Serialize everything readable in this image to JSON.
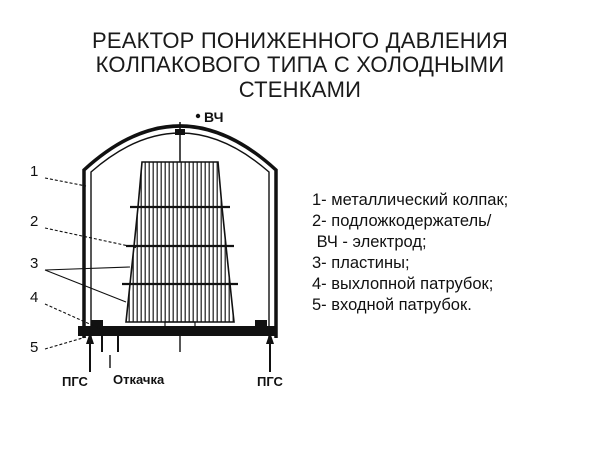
{
  "title": {
    "line1": "РЕАКТОР ПОНИЖЕННОГО ДАВЛЕНИЯ",
    "line2": "КОЛПАКОВОГО ТИПА С ХОЛОДНЫМИ",
    "line3": "СТЕНКАМИ"
  },
  "diagram": {
    "rf_label": "ВЧ",
    "callouts": [
      "1",
      "2",
      "3",
      "4",
      "5"
    ],
    "gas_inlet_left": "ПГС",
    "gas_inlet_right": "ПГС",
    "pump_out": "Откачка"
  },
  "legend": {
    "items": [
      "1- металлический колпак;",
      "2- подложкодержатель/",
      " ВЧ - электрод;",
      "3- пластины;",
      "4- выхлопной патрубок;",
      "5- входной патрубок."
    ]
  },
  "colors": {
    "ink": "#111111",
    "background": "#ffffff"
  }
}
